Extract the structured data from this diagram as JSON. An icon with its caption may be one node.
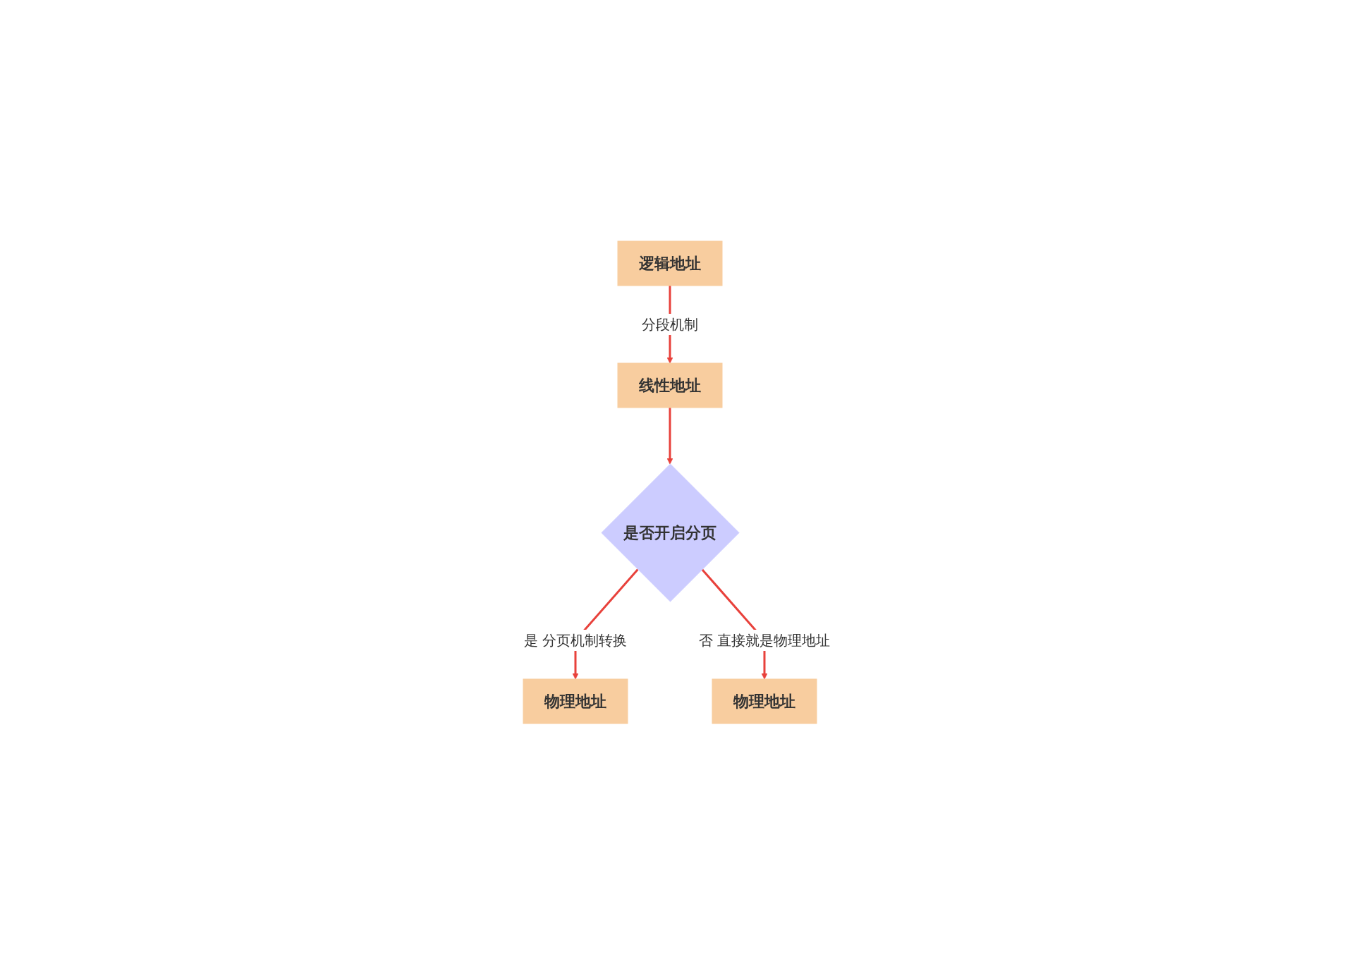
{
  "diagram": {
    "nodes": [
      {
        "text": [
          "逻辑地址"
        ]
      },
      {
        "text": [
          "线性地址"
        ]
      },
      {
        "text": [
          "是否开启分页"
        ]
      },
      {
        "text": [
          "物理地址"
        ]
      },
      {
        "text": [
          "物理地址"
        ]
      }
    ],
    "edges": [
      {
        "from": 0,
        "to": 1,
        "arrow": "to",
        "label": "分段机制"
      },
      {
        "from": 1,
        "to": 2,
        "arrow": "to"
      },
      {
        "from": 2,
        "to": 3,
        "arrow": "to",
        "label": "是 分页机制转换"
      },
      {
        "from": 2,
        "to": 4,
        "arrow": "to",
        "label": "否 直接就是物理地址"
      }
    ]
  }
}
